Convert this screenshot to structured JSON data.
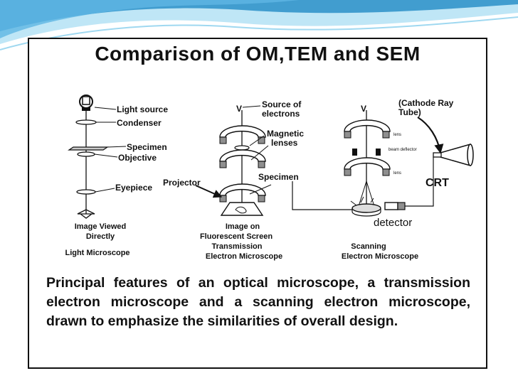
{
  "title": "Comparison of OM,TEM and SEM",
  "light_microscope": {
    "labels": {
      "light_source": "Light source",
      "condenser": "Condenser",
      "specimen": "Specimen",
      "objective": "Objective",
      "eyepiece": "Eyepiece"
    },
    "image_caption_line1": "Image Viewed",
    "image_caption_line2": "Directly",
    "name": "Light Microscope"
  },
  "tem": {
    "labels": {
      "source_line1": "Source of",
      "source_line2": "electrons",
      "magnetic_line1": "Magnetic",
      "magnetic_line2": "lenses",
      "projector": "Projector",
      "specimen": "Specimen",
      "gun_symbol": "V"
    },
    "image_caption_line1": "Image on",
    "image_caption_line2": "Fluorescent Screen",
    "name_line1": "Transmission",
    "name_line2": "Electron Microscope"
  },
  "sem": {
    "labels": {
      "crt_note_line1": "(Cathode Ray",
      "crt_note_line2": "Tube)",
      "crt": "CRT",
      "lens1": "lens",
      "beam_deflector": "beam deflector",
      "lens2": "lens",
      "detector": "detector",
      "gun_symbol": "V"
    },
    "name_line1": "Scanning",
    "name_line2": "Electron Microscope"
  },
  "caption": "Principal features of an optical microscope, a transmission electron microscope and a scanning electron microscope, drawn to emphasize the similarities of overall design.",
  "colors": {
    "wave_dark": "#2a8fc8",
    "wave_light": "#9fd8f0",
    "ink": "#111111",
    "lens_fill": "#8f8f8f"
  }
}
